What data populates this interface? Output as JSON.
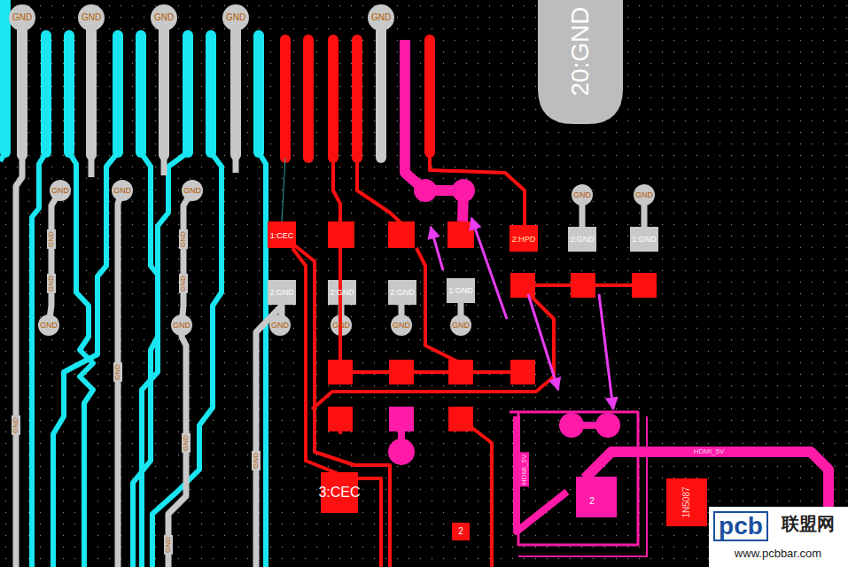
{
  "diagram": {
    "labels": [
      "GND",
      "GND",
      "GND",
      "GND",
      "GND",
      "20:GND",
      "GND",
      "GND",
      "GND",
      "GND",
      "GND",
      "GND",
      "GND",
      "GND",
      "GND",
      "1:CEC",
      "2:HPD",
      "2:GND",
      "1:GND",
      "2:GND",
      "2:GND",
      "2:GND",
      "1:GND",
      "GND",
      "GND",
      "GND",
      "GND",
      "GND",
      "GND",
      "GND",
      "GND",
      "GND",
      "GND",
      "GND",
      "3:CEC",
      "2",
      "2",
      "HDMI_5V",
      "HDMI_5V",
      "1N5087",
      "pcb",
      "联盟网",
      "www.pcbbar.com"
    ]
  }
}
